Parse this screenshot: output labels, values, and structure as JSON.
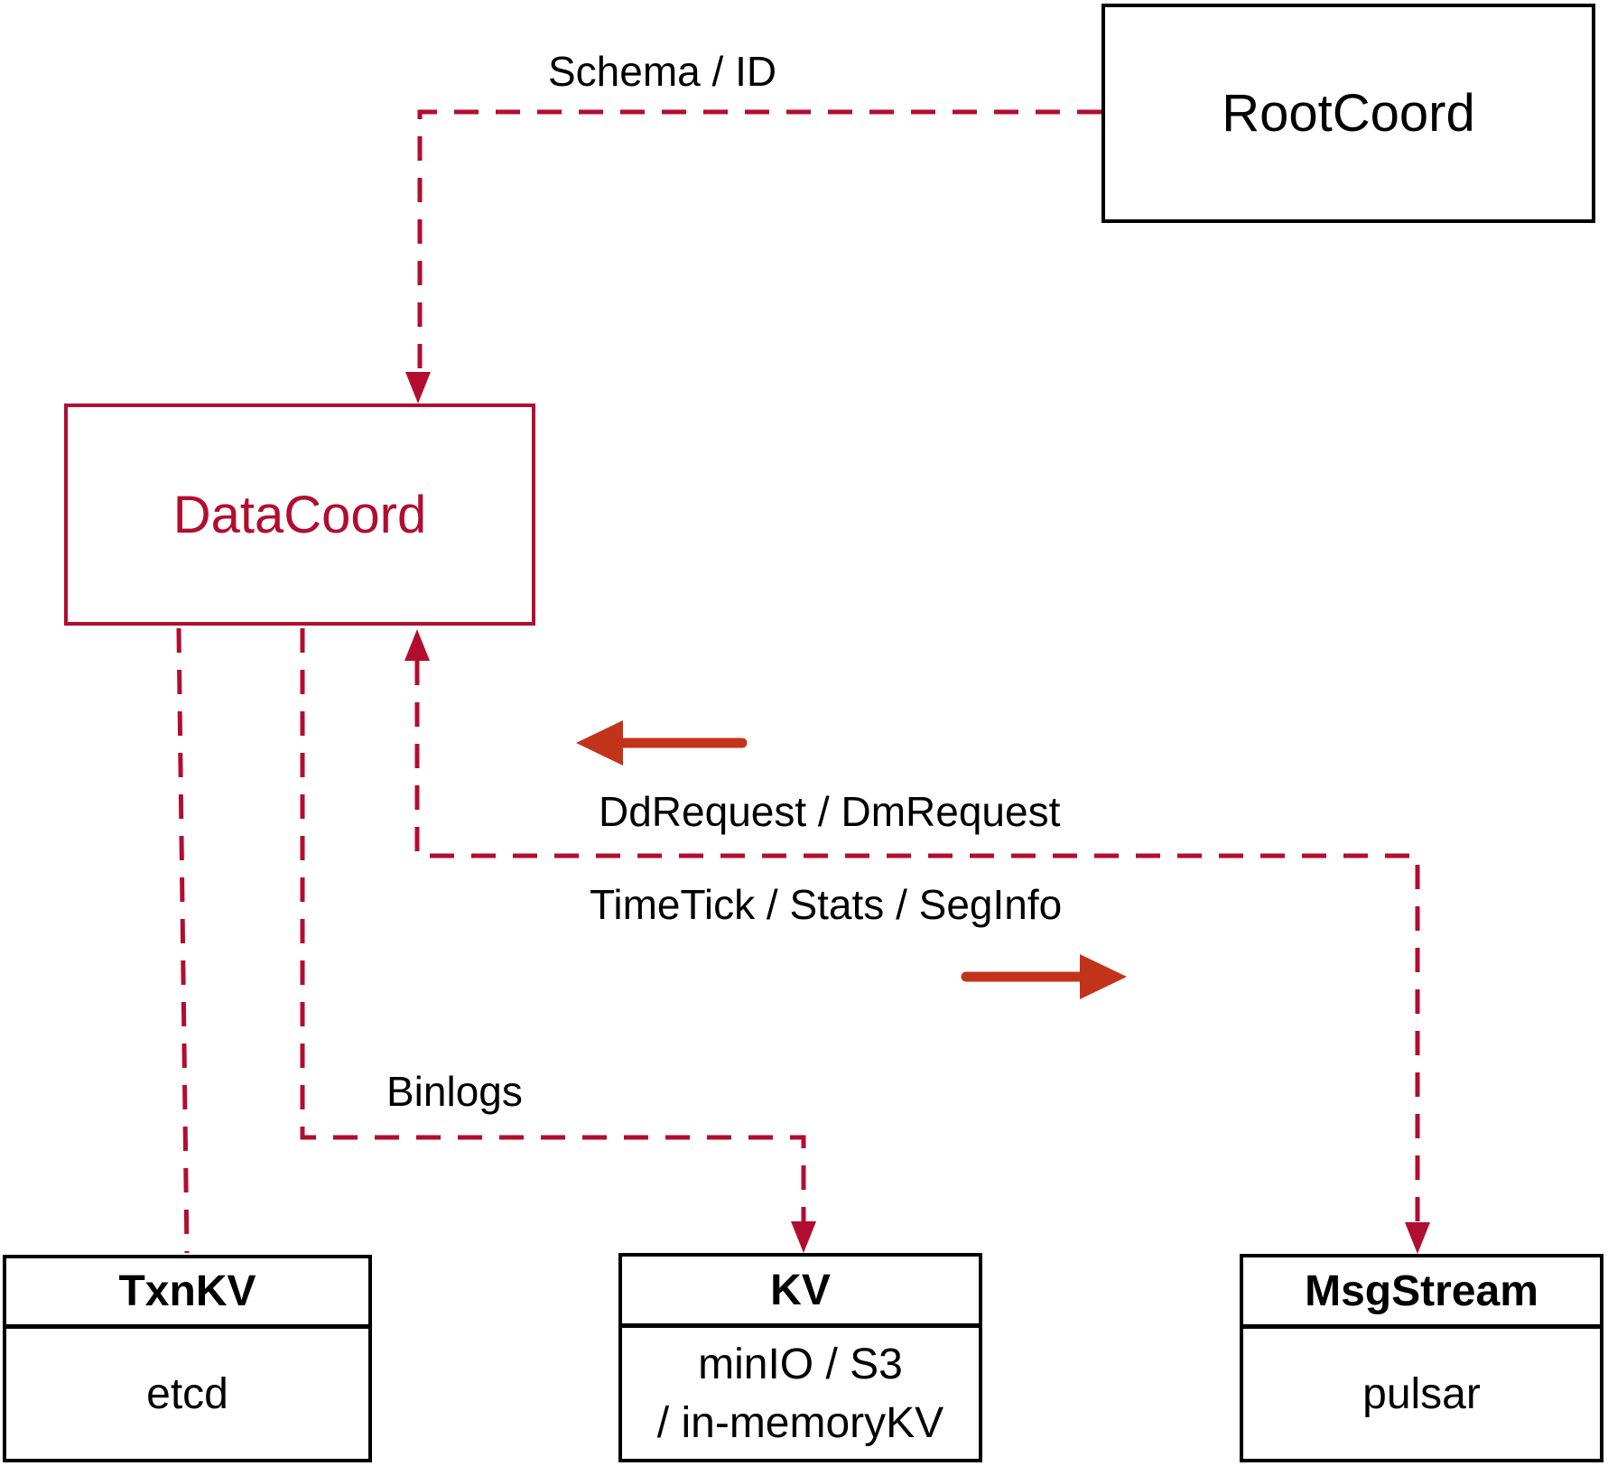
{
  "nodes": {
    "rootcoord": {
      "label": "RootCoord"
    },
    "datacoord": {
      "label": "DataCoord"
    },
    "txnkv": {
      "title": "TxnKV",
      "body": "etcd"
    },
    "kv": {
      "title": "KV",
      "body_line1": "minIO / S3",
      "body_line2": "/ in-memoryKV"
    },
    "msgstream": {
      "title": "MsgStream",
      "body": "pulsar"
    }
  },
  "edge_labels": {
    "schema_id": "Schema / ID",
    "dd_dm_request": "DdRequest / DmRequest",
    "timetick_stats_seginfo": "TimeTick / Stats / SegInfo",
    "binlogs": "Binlogs"
  },
  "colors": {
    "crimson": "#b20d2f",
    "arrow_red": "#c23419",
    "black": "#000000"
  }
}
